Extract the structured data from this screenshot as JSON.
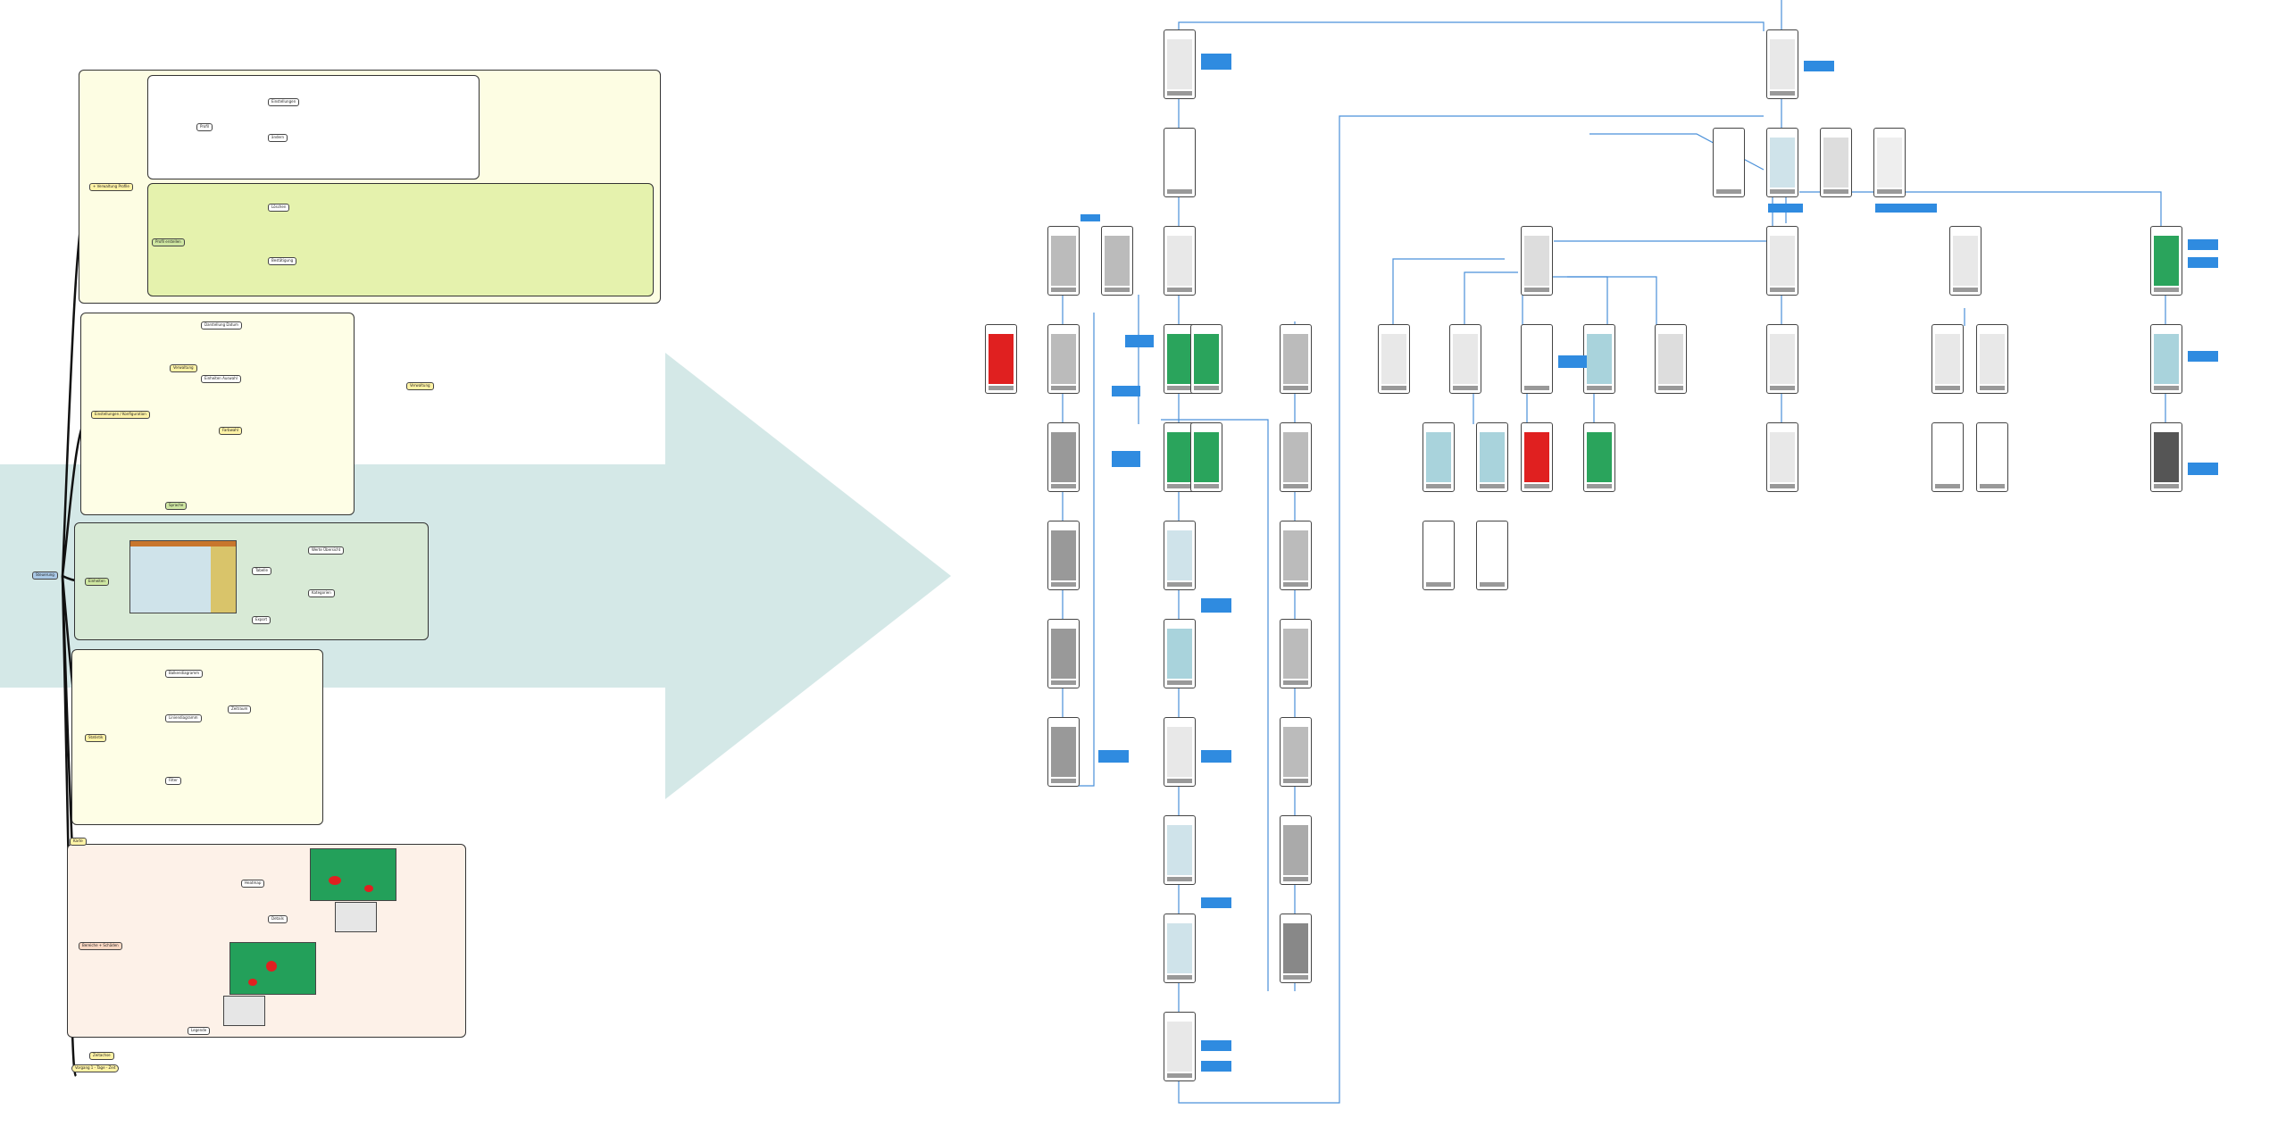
{
  "mindmap": {
    "root": "Steuerung",
    "branches": [
      {
        "label": "+ Verwaltung Profile"
      },
      {
        "label": "Einstellungen / Konfiguration"
      },
      {
        "label": "Einheiten"
      },
      {
        "label": "Statistik"
      },
      {
        "label": "Bereiche + Schäden"
      },
      {
        "label": "Zeitachse"
      }
    ],
    "profile_nodes": [
      "Profil",
      "Einstellungen",
      "ändern",
      "Profil erstellen",
      "Löschen",
      "Bestätigung"
    ],
    "config_nodes": [
      "Verwaltung",
      "Darstellung Datum",
      "Einheiten Auswahl",
      "Farbwahl",
      "Sprache"
    ],
    "units_nodes": [
      "Tabelle",
      "Werte Übersicht",
      "Kategorien",
      "Export"
    ],
    "stats_nodes": [
      "Balkendiagramm",
      "Liniendiagramm",
      "Filter",
      "Zeitraum"
    ],
    "damage_nodes": [
      "Karte",
      "Heatmap",
      "Details",
      "Legende"
    ],
    "timeline_nodes": [
      "Zeitachse",
      "Vorgang 1 - Tage - Zeit"
    ]
  },
  "colors": {
    "panel_yellow": "#fdfde3",
    "panel_green": "#e5f2ad",
    "panel_teal": "#d8ead6",
    "panel_orange": "#fdf1e8",
    "arrow": "#6fb3b0",
    "wire": "#4a90d9",
    "note": "#2f8be0",
    "heat_green": "#23a05a",
    "heat_red": "#e02020"
  }
}
